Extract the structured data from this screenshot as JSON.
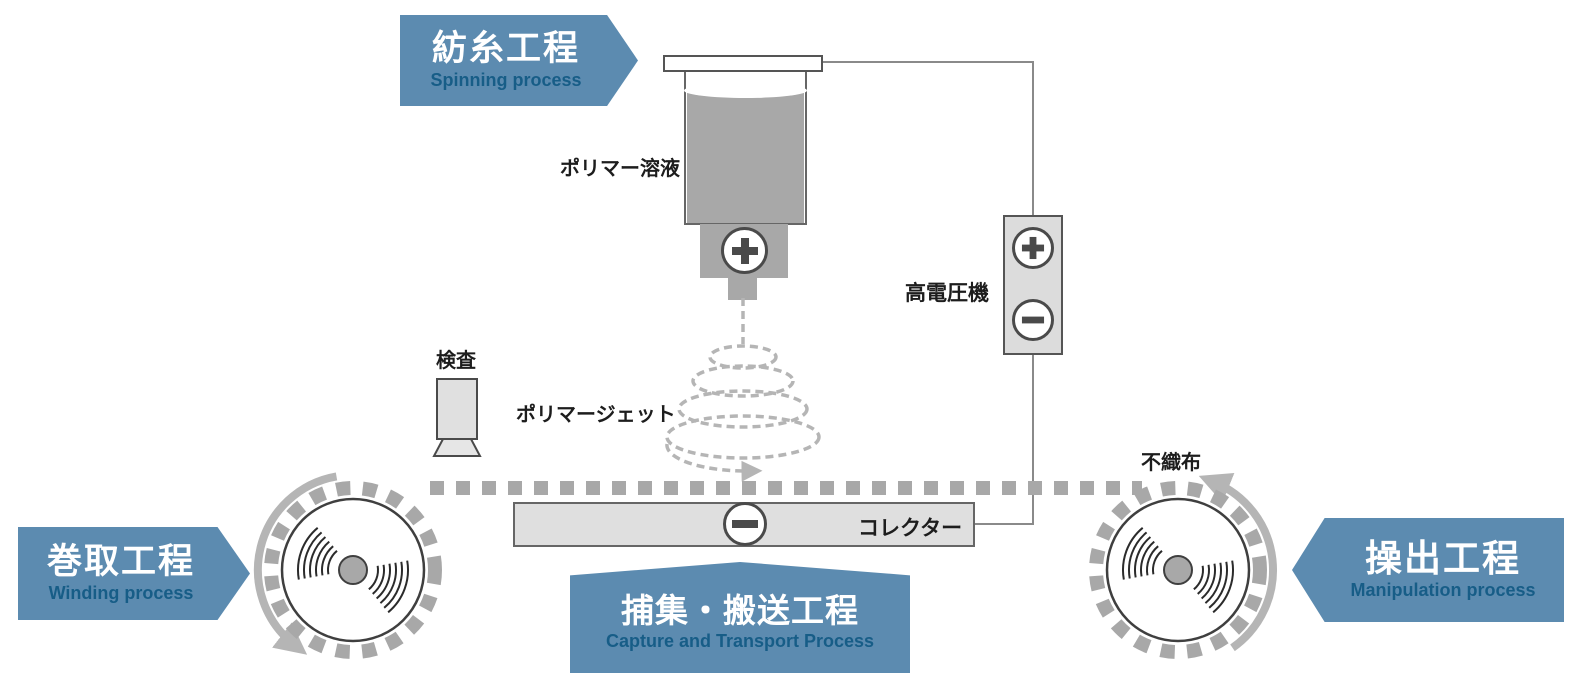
{
  "banners": {
    "spinning": {
      "jp": "紡糸工程",
      "en": "Spinning process"
    },
    "winding": {
      "jp": "巻取工程",
      "en": "Winding process"
    },
    "capture": {
      "jp": "捕集・搬送工程",
      "en": "Capture and Transport Process"
    },
    "manipulation": {
      "jp": "操出工程",
      "en": "Manipulation process"
    }
  },
  "labels": {
    "polymer_solution": "ポリマー溶液",
    "inspection": "検査",
    "polymer_jet": "ポリマージェット",
    "high_voltage_machine": "高電圧機",
    "collector": "コレクター",
    "nonwoven_fabric": "不織布"
  },
  "colors": {
    "banner_blue": "#5c8bb0",
    "banner_en_text": "#175d87",
    "solution_gray": "#a8a8a8",
    "panel_light_gray": "#dcdcdc",
    "outline_dark": "#4a4a4a",
    "web_dot_gray": "#a8a8a8"
  }
}
